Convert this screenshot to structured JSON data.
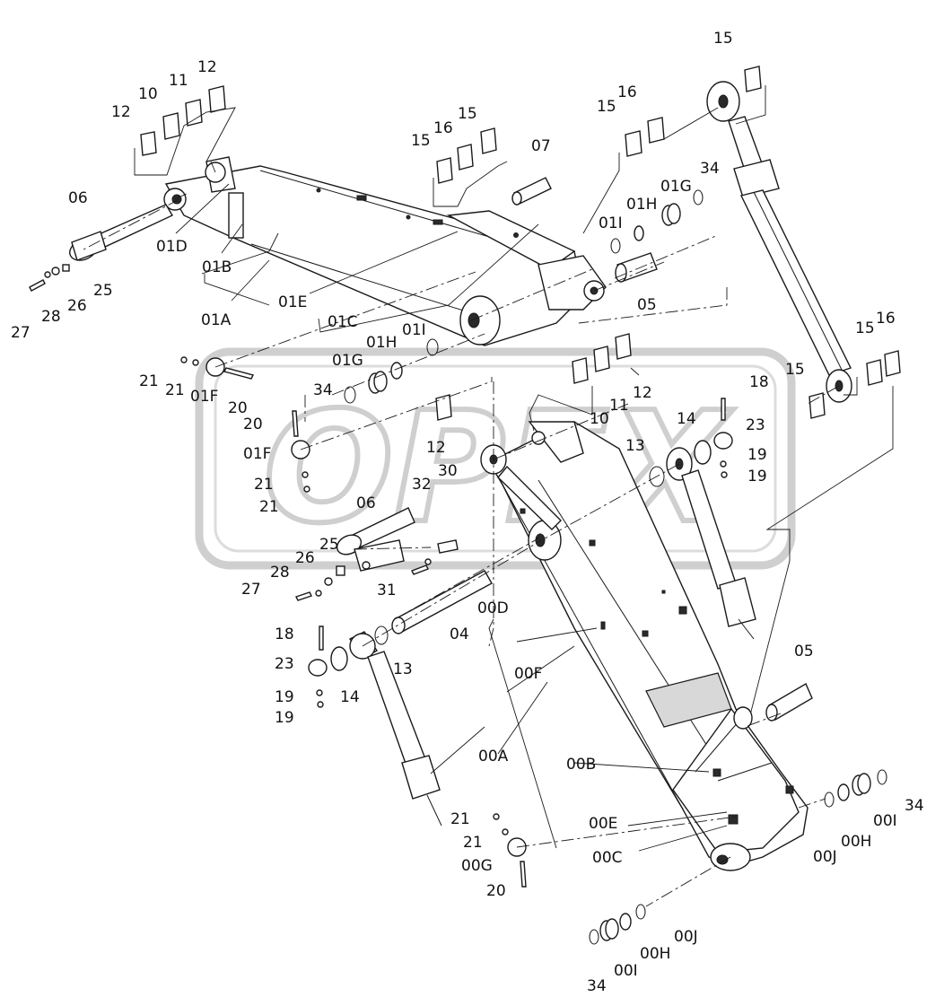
{
  "diagram": {
    "watermark_text": "OPEX",
    "colors": {
      "line": "#1a1a1a",
      "background": "#ffffff",
      "watermark": "#d0d0d0"
    },
    "callouts": {
      "c12a": "12",
      "c10a": "10",
      "c11a": "11",
      "c12b": "12",
      "c06a": "06",
      "c01D": "01D",
      "c01B": "01B",
      "c01A": "01A",
      "c01E": "01E",
      "c01C": "01C",
      "c27a": "27",
      "c28a": "28",
      "c26a": "26",
      "c25a": "25",
      "c15a": "15",
      "c16a": "16",
      "c15b": "15",
      "c07": "07",
      "c15c": "15",
      "c16b": "16",
      "c15d": "15",
      "c01Ia": "01I",
      "c01Ha": "01H",
      "c01Ga": "01G",
      "c34a": "34",
      "c05a": "05",
      "c01Ib": "01I",
      "c01Hb": "01H",
      "c01Gb": "01G",
      "c34b": "34",
      "c21a": "21",
      "c21b": "21",
      "c01Fa": "01F",
      "c20a": "20",
      "c20b": "20",
      "c01Fb": "01F",
      "c21c": "21",
      "c21d": "21",
      "c12c": "12",
      "c10b": "10",
      "c11b": "11",
      "c12d": "12",
      "c13a": "13",
      "c14a": "14",
      "c18a": "18",
      "c23a": "23",
      "c19a": "19",
      "c19b": "19",
      "c15e": "15",
      "c15f": "15",
      "c16c": "16",
      "c32": "32",
      "c30": "30",
      "c06b": "06",
      "c25b": "25",
      "c26b": "26",
      "c28b": "28",
      "c27b": "27",
      "c31": "31",
      "c00D": "00D",
      "c04": "04",
      "c18b": "18",
      "c23b": "23",
      "c19c": "19",
      "c19d": "19",
      "c14b": "14",
      "c13b": "13",
      "c00F": "00F",
      "c05b": "05",
      "c00A": "00A",
      "c00B": "00B",
      "c21e": "21",
      "c21f": "21",
      "c00E": "00E",
      "c00G": "00G",
      "c00C": "00C",
      "c20c": "20",
      "c00Ja": "00J",
      "c00Ha": "00H",
      "c00Ia": "00I",
      "c34c": "34",
      "c34d": "34",
      "c00Ib": "00I",
      "c00Hb": "00H",
      "c00Jb": "00J"
    }
  }
}
